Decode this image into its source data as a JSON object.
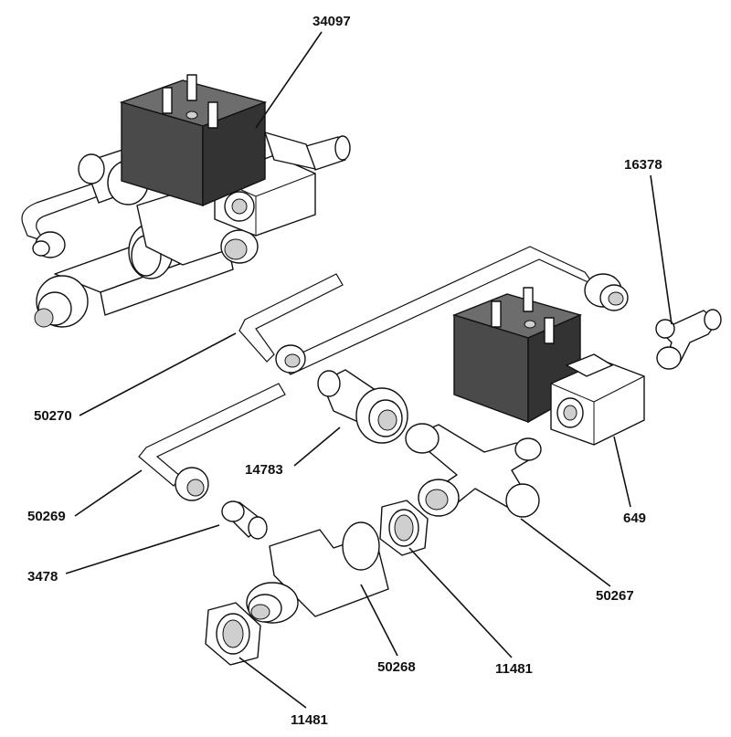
{
  "diagram": {
    "labels": {
      "p34097": "34097",
      "p16378": "16378",
      "p50270": "50270",
      "p14783": "14783",
      "p50269": "50269",
      "p3478": "3478",
      "p649": "649",
      "p50267": "50267",
      "p50268": "50268",
      "p11481a": "11481",
      "p11481b": "11481"
    }
  }
}
